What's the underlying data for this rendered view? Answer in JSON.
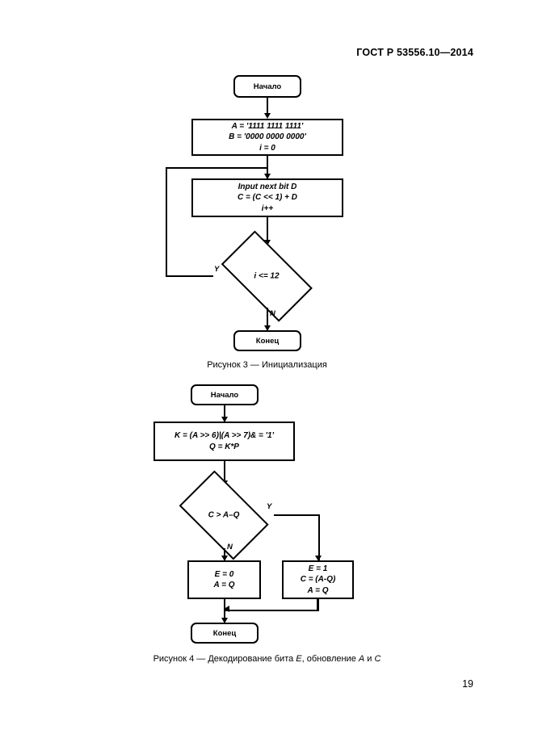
{
  "document": {
    "header": "ГОСТ Р 53556.10—2014",
    "page_number": "19"
  },
  "figure3": {
    "caption": "Рисунок 3 — Инициализация",
    "start": {
      "label": "Начало"
    },
    "init": {
      "line1": "A = '1111 1111 1111'",
      "line2": "B = '0000 0000 0000'",
      "line3": "i = 0"
    },
    "process": {
      "line1": "Input next bit D",
      "line2": "C = (C << 1) + D",
      "line3": "i++"
    },
    "decision": {
      "condition": "i <= 12"
    },
    "branch_yes": "Y",
    "branch_no": "N",
    "end": {
      "label": "Конец"
    }
  },
  "figure4": {
    "caption_prefix": "Рисунок 4 — Декодирование бита ",
    "caption_var1": "E",
    "caption_mid": ", обновление ",
    "caption_var2": "A",
    "caption_conj": " и ",
    "caption_var3": "C",
    "start": {
      "label": "Начало"
    },
    "compute": {
      "line1": "K = (A >> 6)|(A >> 7)& = '1'",
      "line2": "Q = K*P"
    },
    "decision": {
      "condition": "C > A–Q"
    },
    "branch_yes": "Y",
    "branch_no": "N",
    "box_no": {
      "line1": "E = 0",
      "line2": "A = Q"
    },
    "box_yes": {
      "line1": "E = 1",
      "line2": "C = (A-Q)",
      "line3": "A = Q"
    },
    "end": {
      "label": "Конец"
    }
  }
}
